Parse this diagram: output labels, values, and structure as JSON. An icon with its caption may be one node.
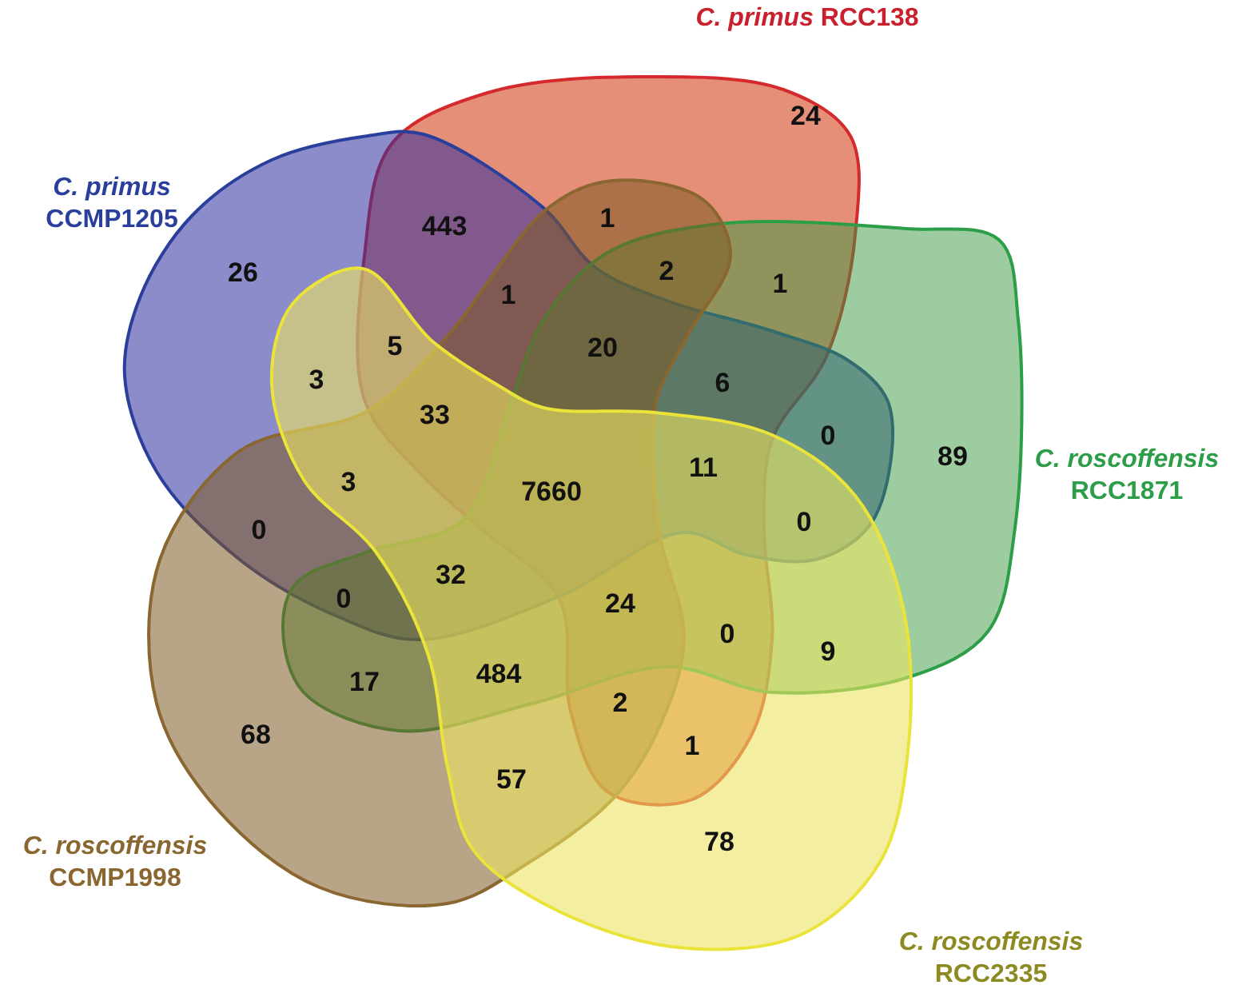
{
  "diagram": {
    "nodes": [
      {
        "text": [
          "*C. primus* RCC138"
        ]
      },
      {
        "text": [
          "*C. primus* CCMP1205"
        ]
      },
      {
        "text": [
          "*C. roscoffensis* RCC1871"
        ]
      },
      {
        "text": [
          "*C. roscoffensis* CCMP1998"
        ]
      },
      {
        "text": [
          "*C. roscoffensis* RCC2335"
        ]
      }
    ],
    "labels": [
      "24",
      "1",
      "443",
      "2",
      "26",
      "1",
      "1",
      "5",
      "20",
      "3",
      "6",
      "33",
      "0",
      "89",
      "3",
      "11",
      "7660",
      "0",
      "0",
      "32",
      "0",
      "24",
      "0",
      "9",
      "484",
      "17",
      "2",
      "68",
      "1",
      "57",
      "78"
    ]
  }
}
